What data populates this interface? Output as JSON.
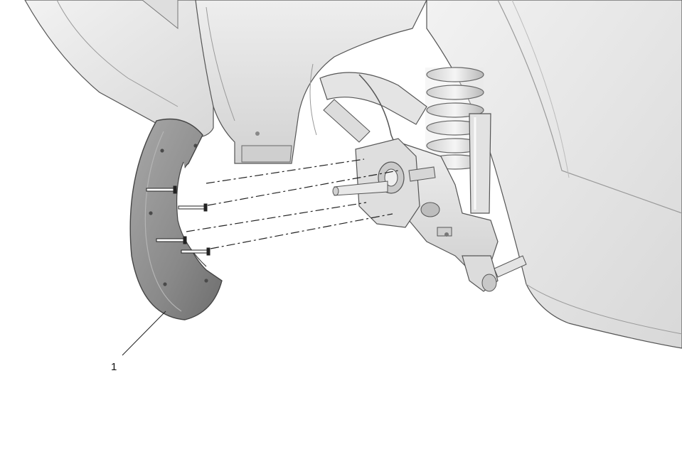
{
  "diagram": {
    "callouts": [
      {
        "number": "1"
      }
    ],
    "colors": {
      "background": "#ffffff",
      "body_panel": "#e6e6e6",
      "body_shadow": "#c9c9c9",
      "outline": "#555555",
      "splash_shield": "#8e8e8e",
      "splash_shield_dark": "#6a6a6a",
      "dashed_line": "#222222"
    },
    "parts": [
      "vehicle-body",
      "wheel-well-liner",
      "coil-spring",
      "shock-absorber",
      "steering-knuckle",
      "wheel-hub",
      "lower-control-arm",
      "brake-splash-shield",
      "splash-shield-bolt"
    ]
  }
}
